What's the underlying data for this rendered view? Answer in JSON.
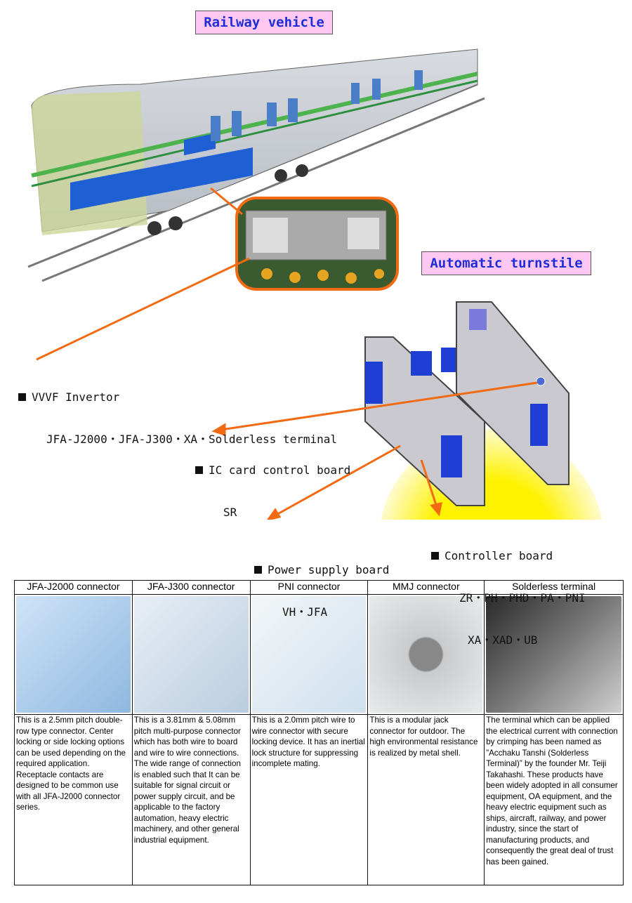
{
  "titles": {
    "railway": "Railway vehicle",
    "turnstile": "Automatic turnstile"
  },
  "labels": {
    "vvvf": {
      "title": "VVVF Invertor",
      "parts": "JFA-J2000・JFA-J300・XA・Solderless terminal"
    },
    "ic": {
      "title": "IC card control board",
      "parts": "SR"
    },
    "power": {
      "title": "Power supply board",
      "parts": "VH・JFA"
    },
    "controller": {
      "title": "Controller board",
      "parts": "ZR・PH・PHD・PA・PNI",
      "parts2": "XA・XAD・UB"
    }
  },
  "colors": {
    "accent": "#f26a12",
    "title_bg": "#ffc8f2",
    "title_text": "#1d2dd8",
    "glow": "#fff200"
  },
  "table": {
    "columns": [
      {
        "header": "JFA-J2000 connector",
        "text": "This is a 2.5mm pitch double-row type connector. Center locking or side locking options can be used depending on the required application. Receptacle contacts are designed to be common use with all JFA-J2000 connector series."
      },
      {
        "header": "JFA-J300 connector",
        "text": "This is a 3.81mm & 5.08mm pitch multi-purpose connector which has both wire to board and wire to wire connections. The wide range of connection is enabled such that It can be suitable for signal circuit or power supply circuit, and be applicable to the factory automation, heavy electric machinery, and other general industrial equipment."
      },
      {
        "header": "PNI connector",
        "text": "This is a 2.0mm pitch wire to wire connector with secure locking device. It has an inertial lock structure for suppressing incomplete mating."
      },
      {
        "header": "MMJ connector",
        "text": "This is a modular jack connector for outdoor. The high environmental resistance is realized by metal shell."
      },
      {
        "header": "Solderless terminal",
        "text": "The terminal which can be applied the electrical current with connection by crimping has been named as ”Acchaku Tanshi (Solderless Terminal)” by the founder Mr. Teiji Takahashi. These products have been widely adopted in all consumer equipment, OA equipment, and the heavy electric equipment such as ships, aircraft, railway, and power industry, since the start of manufacturing products, and consequently the great deal of trust has been gained."
      }
    ]
  }
}
